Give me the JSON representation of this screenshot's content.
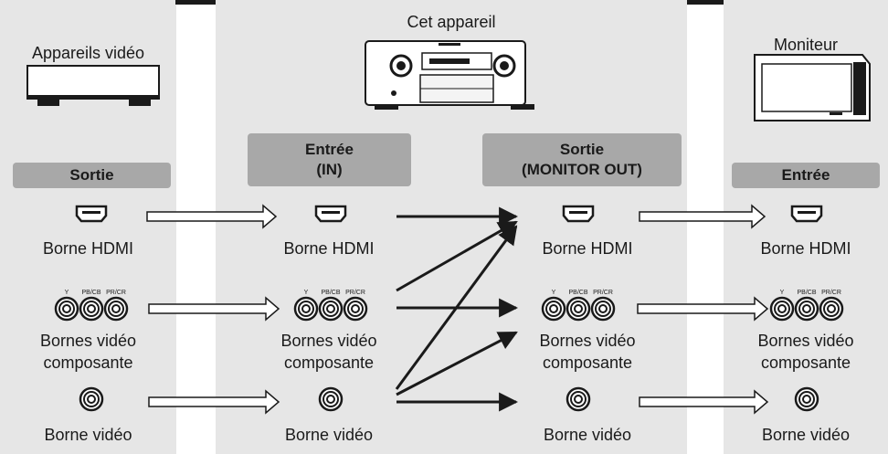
{
  "columns": {
    "left": {
      "device_label": "Appareils vidéo",
      "header": "Sortie",
      "hdmi_label": "Borne HDMI",
      "component_label_1": "Bornes vidéo",
      "component_label_2": "composante",
      "composite_label": "Borne vidéo"
    },
    "center": {
      "device_label": "Cet appareil",
      "input_header": "Entrée\n(IN)",
      "output_header": "Sortie\n(MONITOR OUT)",
      "in_hdmi_label": "Borne HDMI",
      "in_component_label_1": "Bornes vidéo",
      "in_component_label_2": "composante",
      "in_composite_label": "Borne vidéo",
      "out_hdmi_label": "Borne HDMI",
      "out_component_label_1": "Bornes vidéo",
      "out_component_label_2": "composante",
      "out_composite_label": "Borne vidéo"
    },
    "right": {
      "device_label": "Moniteur",
      "header": "Entrée",
      "hdmi_label": "Borne HDMI",
      "component_label_1": "Bornes vidéo",
      "component_label_2": "composante",
      "composite_label": "Borne vidéo"
    }
  },
  "jack_labels": {
    "y": "Y",
    "pb": "PB/CB",
    "pr": "PR/CR"
  },
  "colors": {
    "panel": "#e6e6e6",
    "header": "#a8a8a8",
    "line": "#1a1a1a"
  }
}
